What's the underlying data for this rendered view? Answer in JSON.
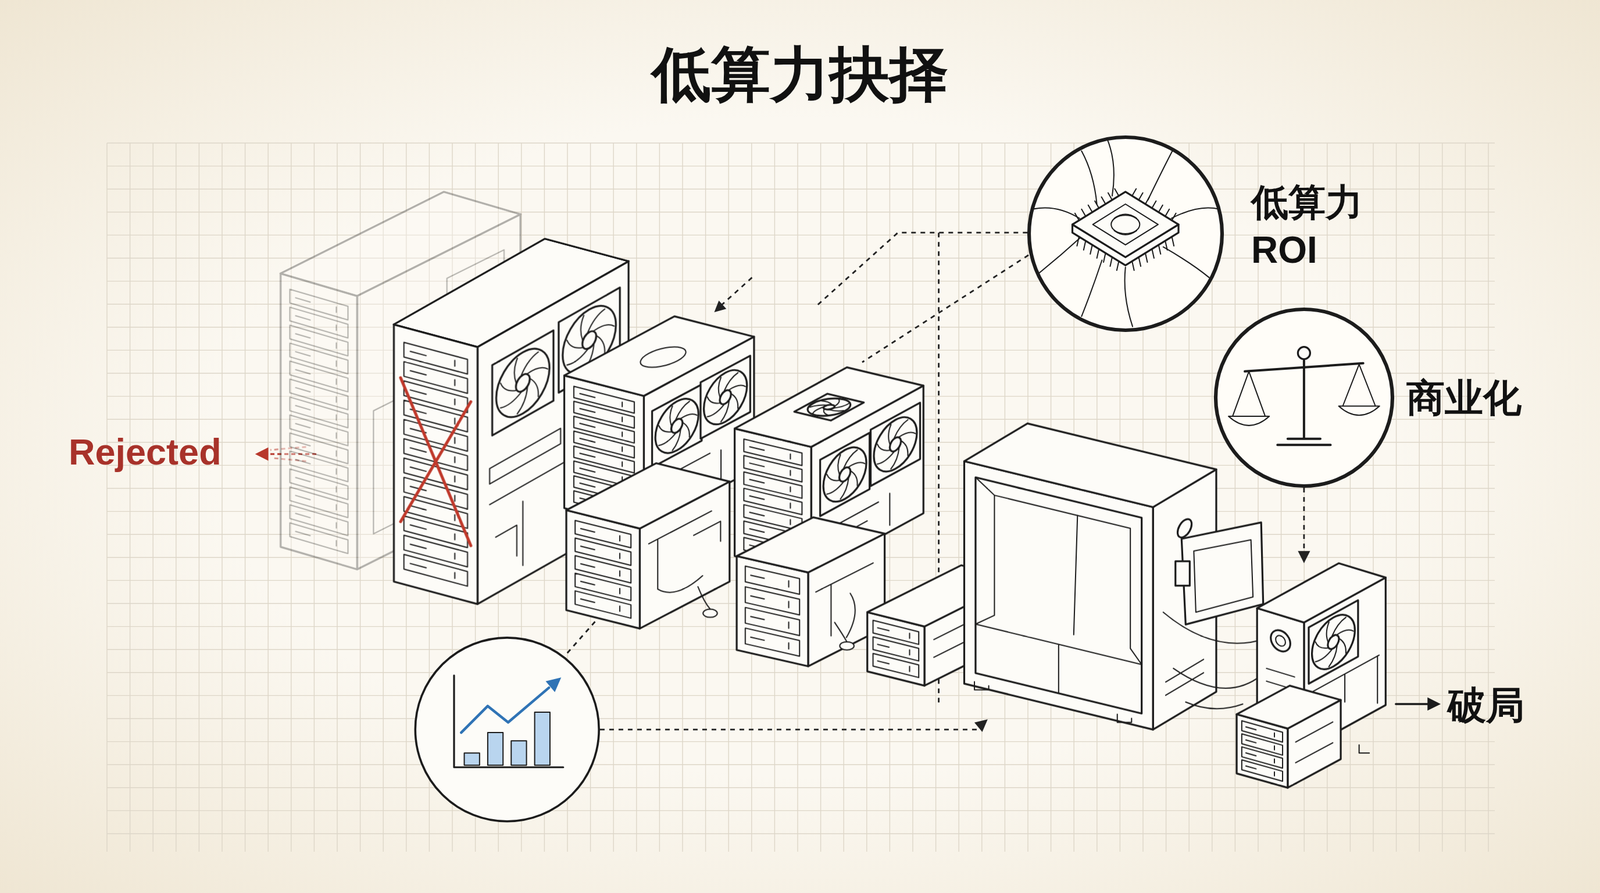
{
  "diagram": {
    "title": "低算力抉择",
    "nodes": [
      {
        "text": [
          "低算力 ROI"
        ]
      },
      {
        "text": [
          "商业化"
        ]
      }
    ],
    "labels": [
      "Rejected",
      "破局"
    ]
  }
}
